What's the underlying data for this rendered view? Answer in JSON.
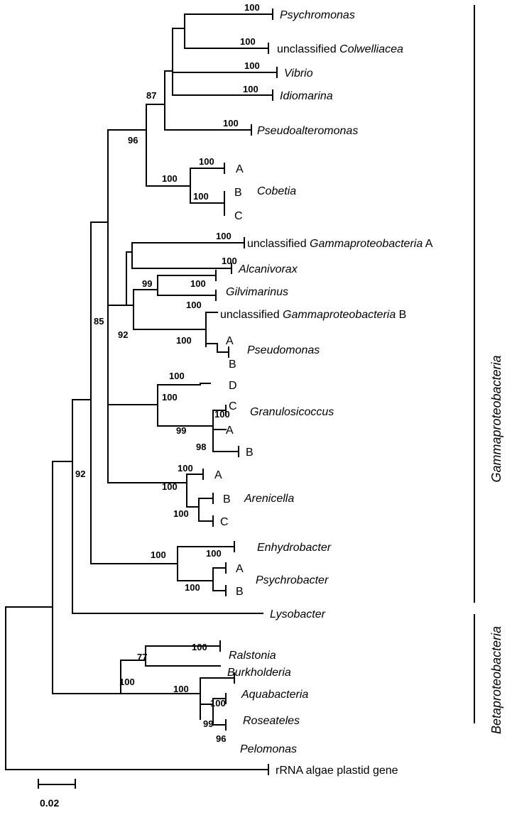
{
  "tree": {
    "taxa": [
      {
        "id": "psychromonas",
        "parts": [
          {
            "t": "Psychromonas",
            "i": true
          }
        ]
      },
      {
        "id": "colwelliacea",
        "parts": [
          {
            "t": "unclassified ",
            "i": false
          },
          {
            "t": "Colwelliacea",
            "i": true
          }
        ]
      },
      {
        "id": "vibrio",
        "parts": [
          {
            "t": "Vibrio",
            "i": true
          }
        ]
      },
      {
        "id": "idiomarina",
        "parts": [
          {
            "t": "Idiomarina",
            "i": true
          }
        ]
      },
      {
        "id": "pseudoalteromonas",
        "parts": [
          {
            "t": "Pseudoalteromonas",
            "i": true
          }
        ]
      },
      {
        "id": "cobetia-a",
        "parts": [
          {
            "t": "A",
            "i": false
          }
        ]
      },
      {
        "id": "cobetia",
        "parts": [
          {
            "t": "Cobetia",
            "i": true
          }
        ]
      },
      {
        "id": "cobetia-b",
        "parts": [
          {
            "t": "B",
            "i": false
          }
        ]
      },
      {
        "id": "cobetia-c",
        "parts": [
          {
            "t": "C",
            "i": false
          }
        ]
      },
      {
        "id": "gamma-a",
        "parts": [
          {
            "t": "unclassified ",
            "i": false
          },
          {
            "t": "Gammaproteobacteria",
            "i": true
          },
          {
            "t": " A",
            "i": false
          }
        ]
      },
      {
        "id": "alcanivorax",
        "parts": [
          {
            "t": "Alcanivorax",
            "i": true
          }
        ]
      },
      {
        "id": "gilvimarinus",
        "parts": [
          {
            "t": "Gilvimarinus",
            "i": true
          }
        ]
      },
      {
        "id": "gamma-b",
        "parts": [
          {
            "t": "unclassified ",
            "i": false
          },
          {
            "t": "Gammaproteobacteria",
            "i": true
          },
          {
            "t": " B",
            "i": false
          }
        ]
      },
      {
        "id": "pseudomonas-a",
        "parts": [
          {
            "t": "A",
            "i": false
          }
        ]
      },
      {
        "id": "pseudomonas",
        "parts": [
          {
            "t": "Pseudomonas",
            "i": true
          }
        ]
      },
      {
        "id": "pseudomonas-b",
        "parts": [
          {
            "t": "B",
            "i": false
          }
        ]
      },
      {
        "id": "granulo-d",
        "parts": [
          {
            "t": "D",
            "i": false
          }
        ]
      },
      {
        "id": "granulo-c",
        "parts": [
          {
            "t": "C",
            "i": false
          }
        ]
      },
      {
        "id": "granulosicoccus",
        "parts": [
          {
            "t": "Granulosicoccus",
            "i": true
          }
        ]
      },
      {
        "id": "granulo-a",
        "parts": [
          {
            "t": "A",
            "i": false
          }
        ]
      },
      {
        "id": "granulo-b",
        "parts": [
          {
            "t": "B",
            "i": false
          }
        ]
      },
      {
        "id": "arenicella-a",
        "parts": [
          {
            "t": "A",
            "i": false
          }
        ]
      },
      {
        "id": "arenicella",
        "parts": [
          {
            "t": "Arenicella",
            "i": true
          }
        ]
      },
      {
        "id": "arenicella-b",
        "parts": [
          {
            "t": "B",
            "i": false
          }
        ]
      },
      {
        "id": "arenicella-c",
        "parts": [
          {
            "t": "C",
            "i": false
          }
        ]
      },
      {
        "id": "enhydrobacter",
        "parts": [
          {
            "t": "Enhydrobacter",
            "i": true
          }
        ]
      },
      {
        "id": "psychrobacter-a",
        "parts": [
          {
            "t": "A",
            "i": false
          }
        ]
      },
      {
        "id": "psychrobacter",
        "parts": [
          {
            "t": "Psychrobacter",
            "i": true
          }
        ]
      },
      {
        "id": "psychrobacter-b",
        "parts": [
          {
            "t": "B",
            "i": false
          }
        ]
      },
      {
        "id": "lysobacter",
        "parts": [
          {
            "t": "Lysobacter",
            "i": true
          }
        ]
      },
      {
        "id": "ralstonia",
        "parts": [
          {
            "t": "Ralstonia",
            "i": true
          }
        ]
      },
      {
        "id": "burkholderia",
        "parts": [
          {
            "t": "Burkholderia",
            "i": true
          }
        ]
      },
      {
        "id": "aquabacteria",
        "parts": [
          {
            "t": "Aquabacteria",
            "i": true
          }
        ]
      },
      {
        "id": "roseateles",
        "parts": [
          {
            "t": "Roseateles",
            "i": true
          }
        ]
      },
      {
        "id": "pelomonas",
        "parts": [
          {
            "t": "Pelomonas",
            "i": true
          }
        ]
      },
      {
        "id": "plastid",
        "parts": [
          {
            "t": "rRNA algae plastid gene",
            "i": false
          }
        ]
      }
    ],
    "bootstrap": [
      {
        "id": "bs-psychromonas",
        "v": "100"
      },
      {
        "id": "bs-colwelliacea",
        "v": "100"
      },
      {
        "id": "bs-vibrio",
        "v": "100"
      },
      {
        "id": "bs-idiomarina",
        "v": "100"
      },
      {
        "id": "bs-87",
        "v": "87"
      },
      {
        "id": "bs-pseudoalteromonas",
        "v": "100"
      },
      {
        "id": "bs-96",
        "v": "96"
      },
      {
        "id": "bs-cobetia-a",
        "v": "100"
      },
      {
        "id": "bs-cobetia",
        "v": "100"
      },
      {
        "id": "bs-cobetia-bc",
        "v": "100"
      },
      {
        "id": "bs-gamma-a",
        "v": "100"
      },
      {
        "id": "bs-alcanivorax",
        "v": "100"
      },
      {
        "id": "bs-99-gilv",
        "v": "99"
      },
      {
        "id": "bs-gilvimarinus",
        "v": "100"
      },
      {
        "id": "bs-gamma-b",
        "v": "100"
      },
      {
        "id": "bs-85",
        "v": "85"
      },
      {
        "id": "bs-92-upper",
        "v": "92"
      },
      {
        "id": "bs-pseudomonas",
        "v": "100"
      },
      {
        "id": "bs-granulo-d",
        "v": "100"
      },
      {
        "id": "bs-granulo",
        "v": "100"
      },
      {
        "id": "bs-granulo-c",
        "v": "100"
      },
      {
        "id": "bs-99-granulo",
        "v": "99"
      },
      {
        "id": "bs-98",
        "v": "98"
      },
      {
        "id": "bs-92-lower",
        "v": "92"
      },
      {
        "id": "bs-arenicella-a",
        "v": "100"
      },
      {
        "id": "bs-arenicella",
        "v": "100"
      },
      {
        "id": "bs-arenicella-bc",
        "v": "100"
      },
      {
        "id": "bs-psychrobacter-group",
        "v": "100"
      },
      {
        "id": "bs-enhydrobacter",
        "v": "100"
      },
      {
        "id": "bs-psychrobacter",
        "v": "100"
      },
      {
        "id": "bs-ralstonia",
        "v": "100"
      },
      {
        "id": "bs-77",
        "v": "77"
      },
      {
        "id": "bs-beta",
        "v": "100"
      },
      {
        "id": "bs-aquabacteria",
        "v": "100"
      },
      {
        "id": "bs-aqua-group",
        "v": "100"
      },
      {
        "id": "bs-99-beta",
        "v": "99"
      },
      {
        "id": "bs-96-beta",
        "v": "96"
      }
    ]
  },
  "groups": {
    "gamma": "Gammaproteobacteria",
    "beta": "Betaproteobacteria"
  },
  "scale_bar": {
    "label": "0.02"
  }
}
